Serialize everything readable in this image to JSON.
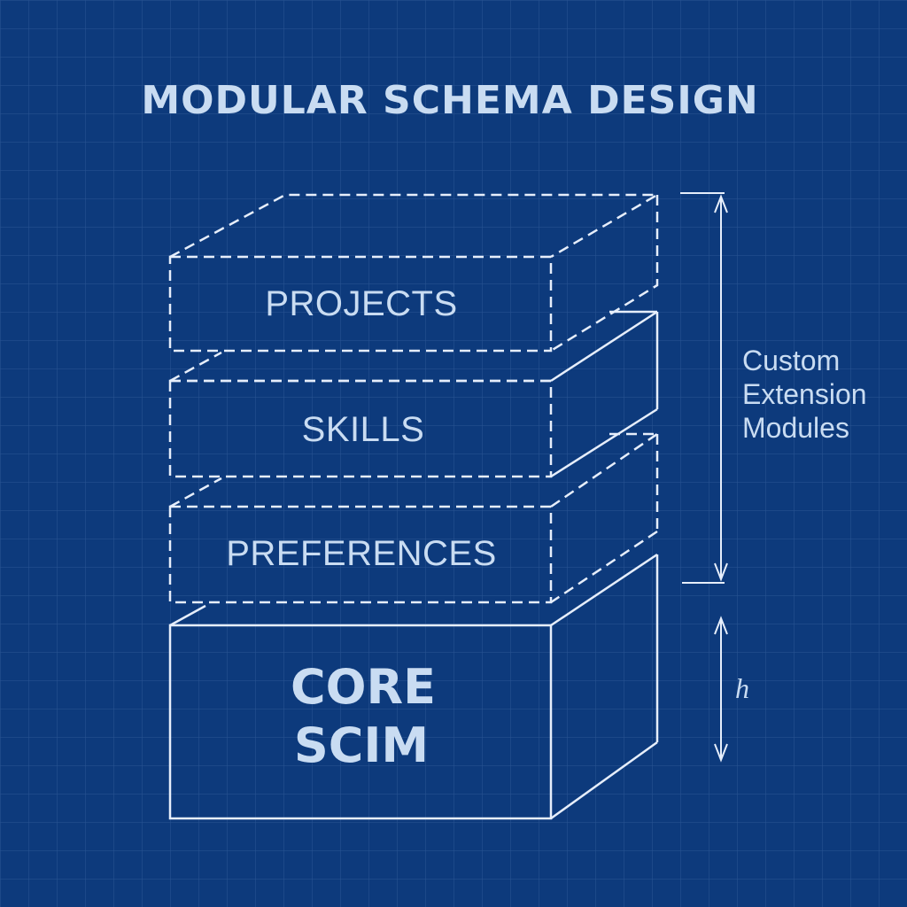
{
  "title": "MODULAR SCHEMA DESIGN",
  "layers": [
    {
      "label": "PROJECTS"
    },
    {
      "label": "SKILLS"
    },
    {
      "label": "PREFERENCES"
    }
  ],
  "core": {
    "line1": "CORE",
    "line2": "SCIM"
  },
  "extension_label": {
    "line1": "Custom",
    "line2": "Extension",
    "line3": "Modules"
  },
  "height_label": "h",
  "colors": {
    "background": "#0d3a7c",
    "grid": "#2a5594",
    "text": "#c9dcf2",
    "lines": "#e6eefb"
  }
}
